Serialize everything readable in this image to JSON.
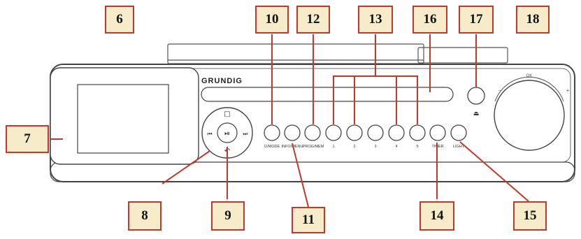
{
  "device": {
    "brand": "GRUNDIG",
    "knob_label": "OK",
    "knob_minus": "–",
    "knob_plus": "+",
    "button_labels": [
      "⏻/MODE",
      "INFO/MENU",
      "PROG/MEM",
      "1",
      "2",
      "3",
      "4",
      "5",
      "TIMER",
      "LIGHT"
    ],
    "eject_symbol": "⏏",
    "transport": {
      "stop": "□",
      "prev": "⏮",
      "next": "⏭",
      "play": "⏯",
      "back": "↶"
    }
  },
  "callouts": [
    {
      "id": "c6",
      "text": "6"
    },
    {
      "id": "c7",
      "text": "7"
    },
    {
      "id": "c8",
      "text": "8"
    },
    {
      "id": "c9",
      "text": "9"
    },
    {
      "id": "c10",
      "text": "10"
    },
    {
      "id": "c11",
      "text": "11"
    },
    {
      "id": "c12",
      "text": "12"
    },
    {
      "id": "c13",
      "text": "13"
    },
    {
      "id": "c14",
      "text": "14"
    },
    {
      "id": "c15",
      "text": "15"
    },
    {
      "id": "c16",
      "text": "16"
    },
    {
      "id": "c17",
      "text": "17"
    },
    {
      "id": "c18",
      "text": "18"
    }
  ],
  "colors": {
    "leader": "#c0392b",
    "box_fill": "#f6ecc9",
    "device_stroke": "#444444"
  }
}
